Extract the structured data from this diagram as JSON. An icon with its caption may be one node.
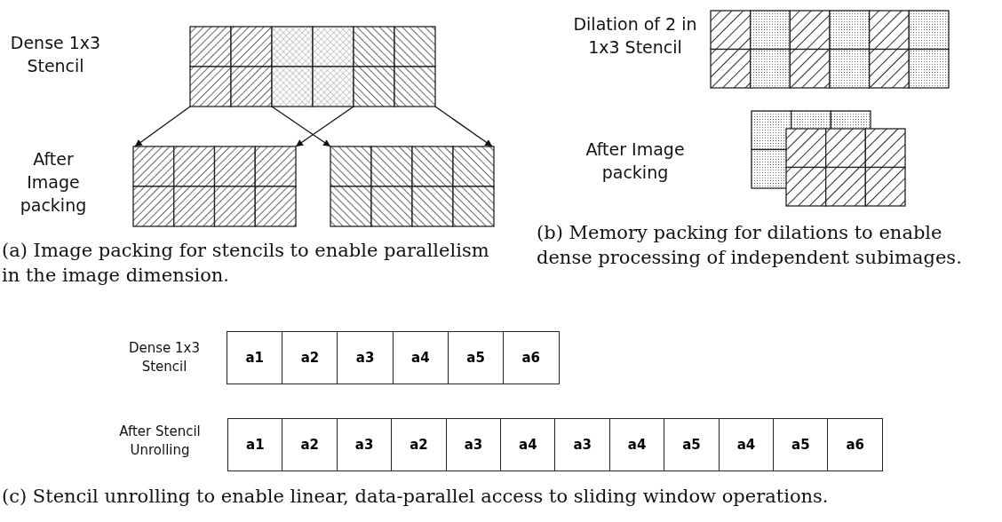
{
  "diagram": {
    "nodes": [
      {
        "text": [],
        "shape": "box"
      },
      {
        "text": [],
        "shape": "box"
      },
      {
        "text": [],
        "shape": "box"
      },
      {
        "text": [],
        "shape": "box"
      },
      {
        "text": [],
        "shape": "box"
      },
      {
        "text": [],
        "shape": "box"
      },
      {
        "text": [
          "a1"
        ]
      },
      {
        "text": [
          "a2"
        ]
      },
      {
        "text": [
          "a3"
        ]
      },
      {
        "text": [
          "a4"
        ]
      },
      {
        "text": [
          "a5"
        ]
      },
      {
        "text": [
          "a6"
        ]
      },
      {
        "text": [
          "a1"
        ]
      },
      {
        "text": [
          "a2"
        ]
      },
      {
        "text": [
          "a3"
        ]
      },
      {
        "text": [
          "a2"
        ]
      },
      {
        "text": [
          "a3"
        ]
      },
      {
        "text": [
          "a4"
        ]
      },
      {
        "text": [
          "a3"
        ]
      },
      {
        "text": [
          "a4"
        ]
      },
      {
        "text": [
          "a5"
        ]
      },
      {
        "text": [
          "a4"
        ]
      },
      {
        "text": [
          "a5"
        ]
      },
      {
        "text": [
          "a6"
        ]
      }
    ],
    "edges": [
      {
        "from": 0,
        "to": 1,
        "arrow": "to"
      },
      {
        "from": 0,
        "to": 2,
        "arrow": "to"
      },
      {
        "from": 0,
        "to": 1,
        "arrow": "to"
      },
      {
        "from": 0,
        "to": 2,
        "arrow": "to"
      }
    ],
    "labels": [
      "Dense 1x3 Stencil",
      "Dilation of 2 in 1x3 Stencil",
      "After Image packing",
      "After Image packing",
      "(a) Image packing for stencils to enable parallelism in the image dimension.",
      "(b) Memory packing for dilations to enable dense processing of independent subimages.",
      "Dense 1x3 Stencil",
      "After Stencil Unrolling",
      "(c) Stencil unrolling to enable linear, data-parallel access to sliding window operations."
    ]
  }
}
